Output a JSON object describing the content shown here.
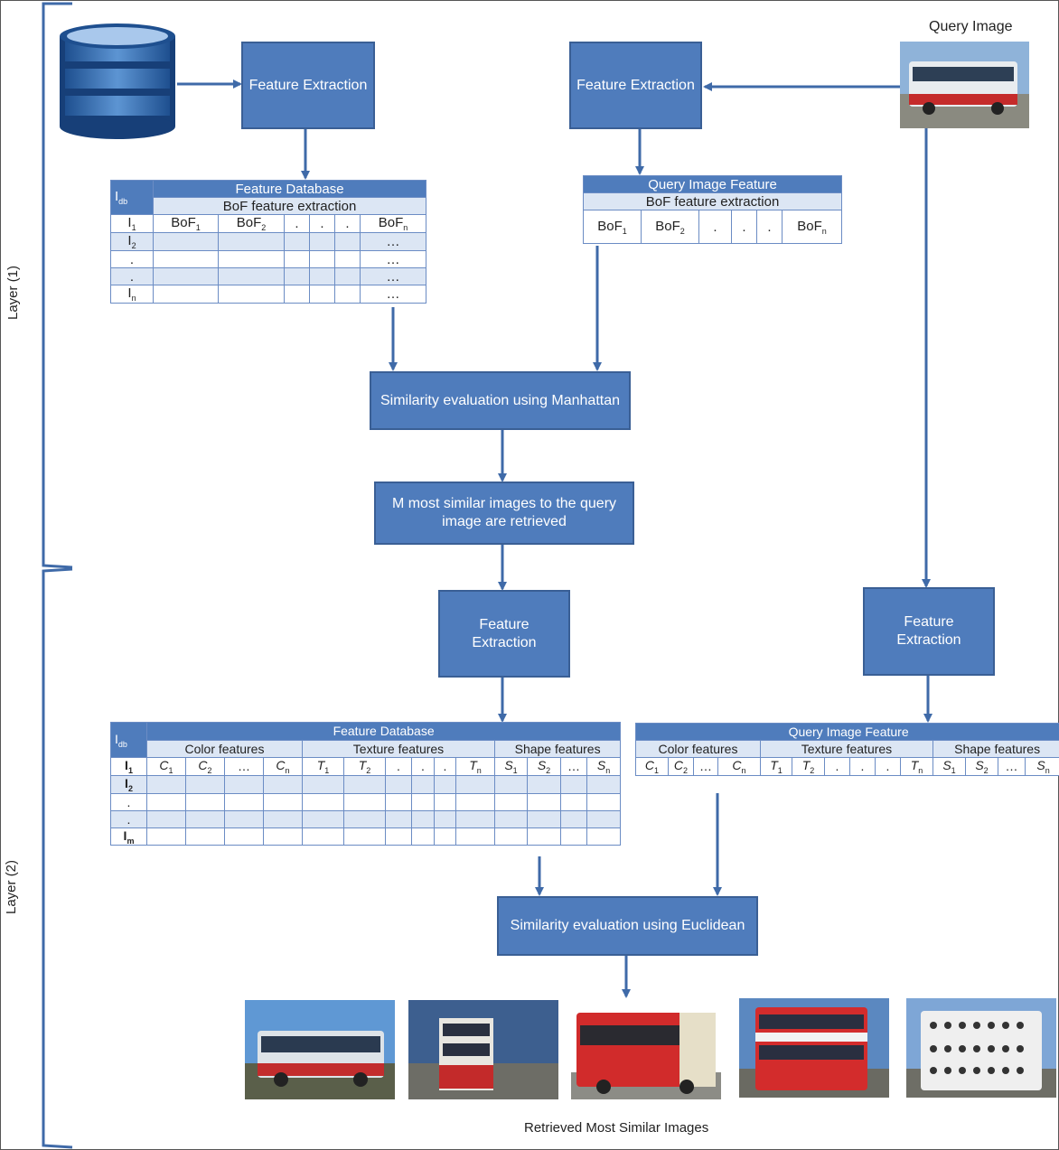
{
  "labels": {
    "query_image": "Query Image",
    "layer1": "Layer (1)",
    "layer2": "Layer (2)",
    "retrieved": "Retrieved Most Similar Images"
  },
  "boxes": {
    "fe_db": "Feature Extraction",
    "fe_query": "Feature Extraction",
    "sim_manhattan": "Similarity evaluation using Manhattan",
    "m_most_similar": "M most similar images to the query image are retrieved",
    "fe_layer2_db": "Feature Extraction",
    "fe_layer2_query": "Feature Extraction",
    "sim_euclidean": "Similarity evaluation using Euclidean"
  },
  "table_db1": {
    "id_header": "I",
    "id_sub": "db",
    "title": "Feature Database",
    "subtitle": "BoF feature extraction",
    "cols": [
      "BoF",
      "BoF",
      ".",
      ".",
      ".",
      "BoF"
    ],
    "col_subs": [
      "1",
      "2",
      "",
      "",
      "",
      "n"
    ],
    "rows": [
      {
        "id": "I",
        "sub": "1"
      },
      {
        "id": "I",
        "sub": "2"
      },
      {
        "id": ".",
        "sub": ""
      },
      {
        "id": ".",
        "sub": ""
      },
      {
        "id": "I",
        "sub": "n"
      }
    ],
    "ellipsis": "…"
  },
  "table_q1": {
    "title": "Query Image Feature",
    "subtitle": "BoF feature extraction",
    "cols": [
      "BoF",
      "BoF",
      ".",
      ".",
      ".",
      "BoF"
    ],
    "col_subs": [
      "1",
      "2",
      "",
      "",
      "",
      "n"
    ]
  },
  "table_db2": {
    "id_header": "I",
    "id_sub": "db",
    "title": "Feature Database",
    "groups": [
      "Color features",
      "Texture features",
      "Shape features"
    ],
    "cols": [
      "C",
      "C",
      "…",
      "C",
      "T",
      "T",
      ".",
      ".",
      ".",
      "T",
      "S",
      "S",
      "…",
      "S"
    ],
    "col_subs": [
      "1",
      "2",
      "",
      "n",
      "1",
      "2",
      "",
      "",
      "",
      "n",
      "1",
      "2",
      "",
      "n"
    ],
    "rows": [
      {
        "id": "I",
        "sub": "1"
      },
      {
        "id": "I",
        "sub": "2"
      },
      {
        "id": ".",
        "sub": ""
      },
      {
        "id": ".",
        "sub": ""
      },
      {
        "id": "I",
        "sub": "m"
      }
    ]
  },
  "table_q2": {
    "title": "Query Image Feature",
    "groups": [
      "Color features",
      "Texture features",
      "Shape features"
    ],
    "cols": [
      "C",
      "C",
      "…",
      "C",
      "T",
      "T",
      ".",
      ".",
      ".",
      "T",
      "S",
      "S",
      "…",
      "S"
    ],
    "col_subs": [
      "1",
      "2",
      "",
      "n",
      "1",
      "2",
      "",
      "",
      "",
      "n",
      "1",
      "2",
      "",
      "n"
    ]
  },
  "colors": {
    "box_fill": "#4f7cbc",
    "box_border": "#3a5f95",
    "arrow": "#3f6aa8",
    "bracket": "#3f6aa8"
  },
  "icons": [
    "database-icon",
    "bus-photo"
  ]
}
